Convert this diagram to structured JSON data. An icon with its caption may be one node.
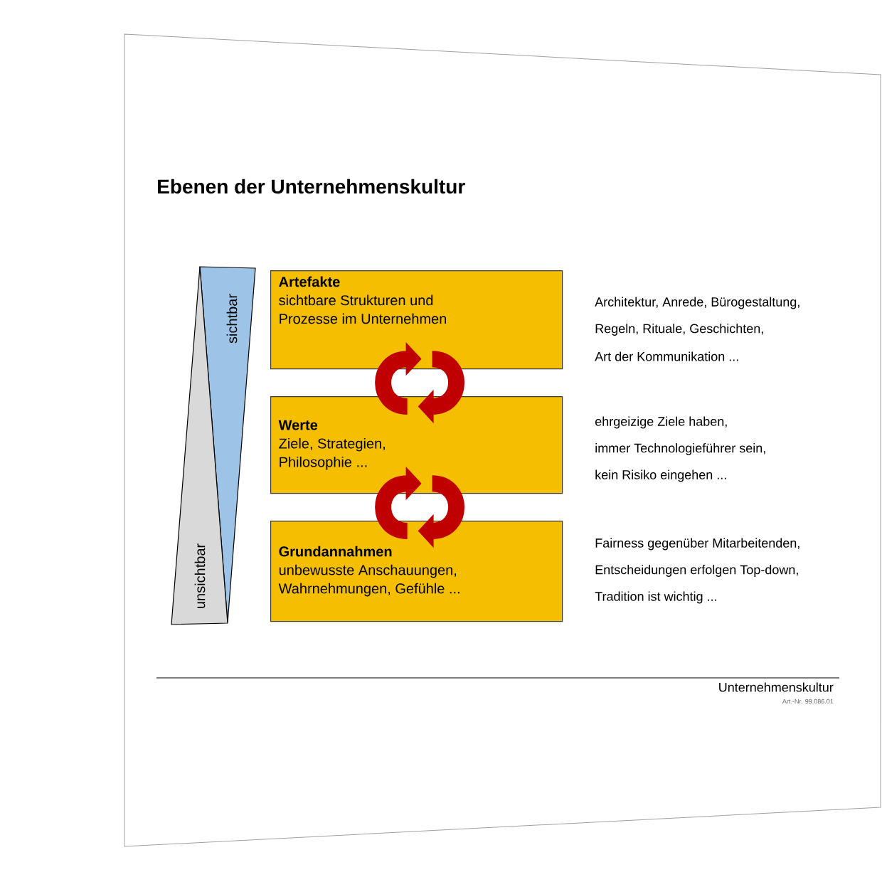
{
  "diagram": {
    "title": "Ebenen der Unternehmenskultur",
    "nodes": [
      {
        "text": [
          "sichtbar"
        ]
      },
      {
        "text": [
          "unsichtbar"
        ]
      },
      {
        "text": [
          "Artefakte",
          "sichtbare Strukturen und Prozesse im Unternehmen"
        ],
        "beside": [
          "Architektur, Anrede, Bürogestaltung,",
          "Regeln, Rituale, Geschichten,",
          "Art der Kommunikation ..."
        ]
      },
      {
        "text": [
          "Werte",
          "Ziele, Strategien, Philosophie ..."
        ],
        "beside": [
          "ehrgeizige Ziele haben,",
          "immer Technologieführer sein,",
          "kein Risiko eingehen ..."
        ]
      },
      {
        "text": [
          "Grundannahmen",
          "unbewusste Anschauungen, Wahrnehmungen, Gefühle ..."
        ],
        "beside": [
          "Fairness gegenüber Mitarbeitenden,",
          "Entscheidungen erfolgen Top-down,",
          "Tradition ist wichtig ..."
        ]
      }
    ],
    "edges": [
      {
        "from": 3,
        "to": 2,
        "arrow": "to"
      },
      {
        "from": 2,
        "to": 3,
        "arrow": "to"
      },
      {
        "from": 4,
        "to": 3,
        "arrow": "to"
      },
      {
        "from": 3,
        "to": 4,
        "arrow": "to"
      }
    ],
    "labels": [
      "Unternehmenskultur",
      "Art.-Nr. 99.086.01"
    ]
  }
}
